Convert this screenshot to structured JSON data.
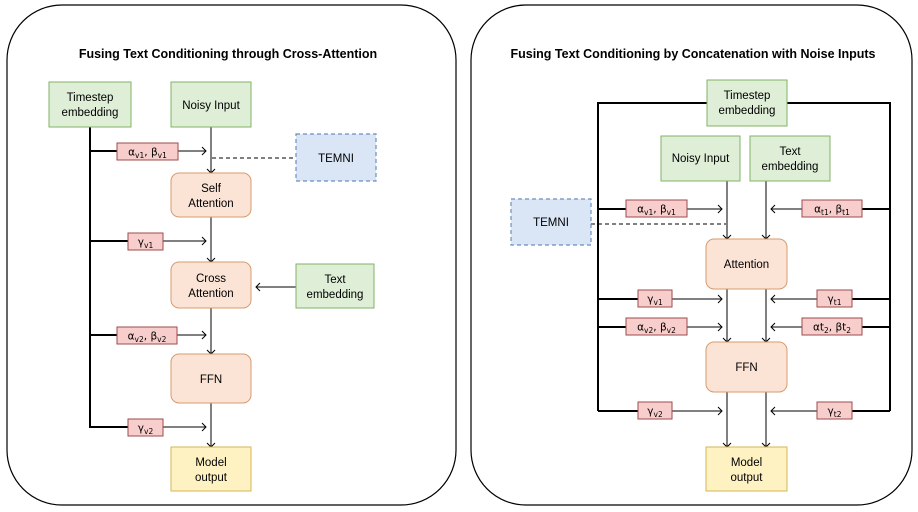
{
  "left_panel": {
    "title": "Fusing Text Conditioning through Cross-Attention",
    "timestep": [
      "Timestep",
      "embedding"
    ],
    "noisy_input": "Noisy Input",
    "temni": "TEMNI",
    "self_attention": [
      "Self",
      "Attention"
    ],
    "cross_attention": [
      "Cross",
      "Attention"
    ],
    "text_embedding": [
      "Text",
      "embedding"
    ],
    "ffn": "FFN",
    "model_output": [
      "Model",
      "output"
    ],
    "mod_alpha_beta_1": {
      "a": "α",
      "as": "v1",
      "sep": ", ",
      "b": "β",
      "bs": "v1"
    },
    "mod_gamma_1": {
      "a": "γ",
      "as": "v1"
    },
    "mod_alpha_beta_2": {
      "a": "α",
      "as": "v2",
      "sep": ", ",
      "b": "β",
      "bs": "v2"
    },
    "mod_gamma_2": {
      "a": "γ",
      "as": "v2"
    }
  },
  "right_panel": {
    "title": "Fusing Text Conditioning by Concatenation with Noise Inputs",
    "timestep": [
      "Timestep",
      "embedding"
    ],
    "noisy_input": "Noisy Input",
    "text_embedding": [
      "Text",
      "embedding"
    ],
    "temni": "TEMNI",
    "attention": "Attention",
    "ffn": "FFN",
    "model_output": [
      "Model",
      "output"
    ],
    "mod_v_ab1": {
      "a": "α",
      "as": "v1",
      "sep": ", ",
      "b": "β",
      "bs": "v1"
    },
    "mod_t_ab1": {
      "a": "α",
      "as": "t1",
      "sep": ", ",
      "b": "β",
      "bs": "t1"
    },
    "mod_v_g1": {
      "a": "γ",
      "as": "v1"
    },
    "mod_t_g1": {
      "a": "γ",
      "as": "t1"
    },
    "mod_v_ab2": {
      "a": "α",
      "as": "v2",
      "sep": ", ",
      "b": "β",
      "bs": "v2"
    },
    "mod_t_ab2": {
      "a": "αt",
      "as": "2",
      "sep": ", ",
      "b": "βt",
      "bs": "2"
    },
    "mod_v_g2": {
      "a": "γ",
      "as": "v2"
    },
    "mod_t_g2": {
      "a": "γ",
      "as": "t2"
    }
  }
}
